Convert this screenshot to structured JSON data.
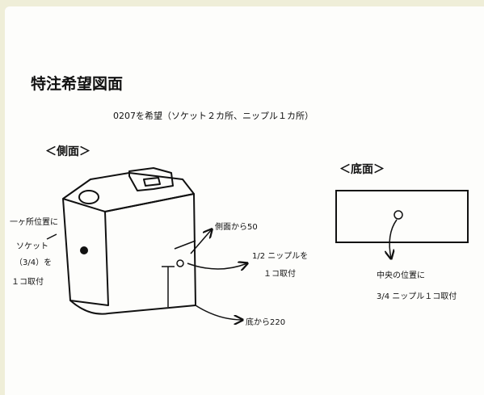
{
  "drawing": {
    "title": "特注希望図面",
    "subtitle": "0207を希望（ソケット２カ所、ニップル１カ所）",
    "side_view": {
      "heading": "＜側面＞",
      "socket_note": [
        "一ヶ所位置に",
        "ソケット",
        "（3/4）を",
        "１コ取付"
      ],
      "side_distance": "側面から50",
      "nipple_note": [
        "1/2 ニップルを",
        "１コ取付"
      ],
      "bottom_distance": "底から220"
    },
    "bottom_view": {
      "heading": "＜底面＞",
      "note": [
        "中央の位置に",
        "3/4 ニップル１コ取付"
      ]
    }
  }
}
